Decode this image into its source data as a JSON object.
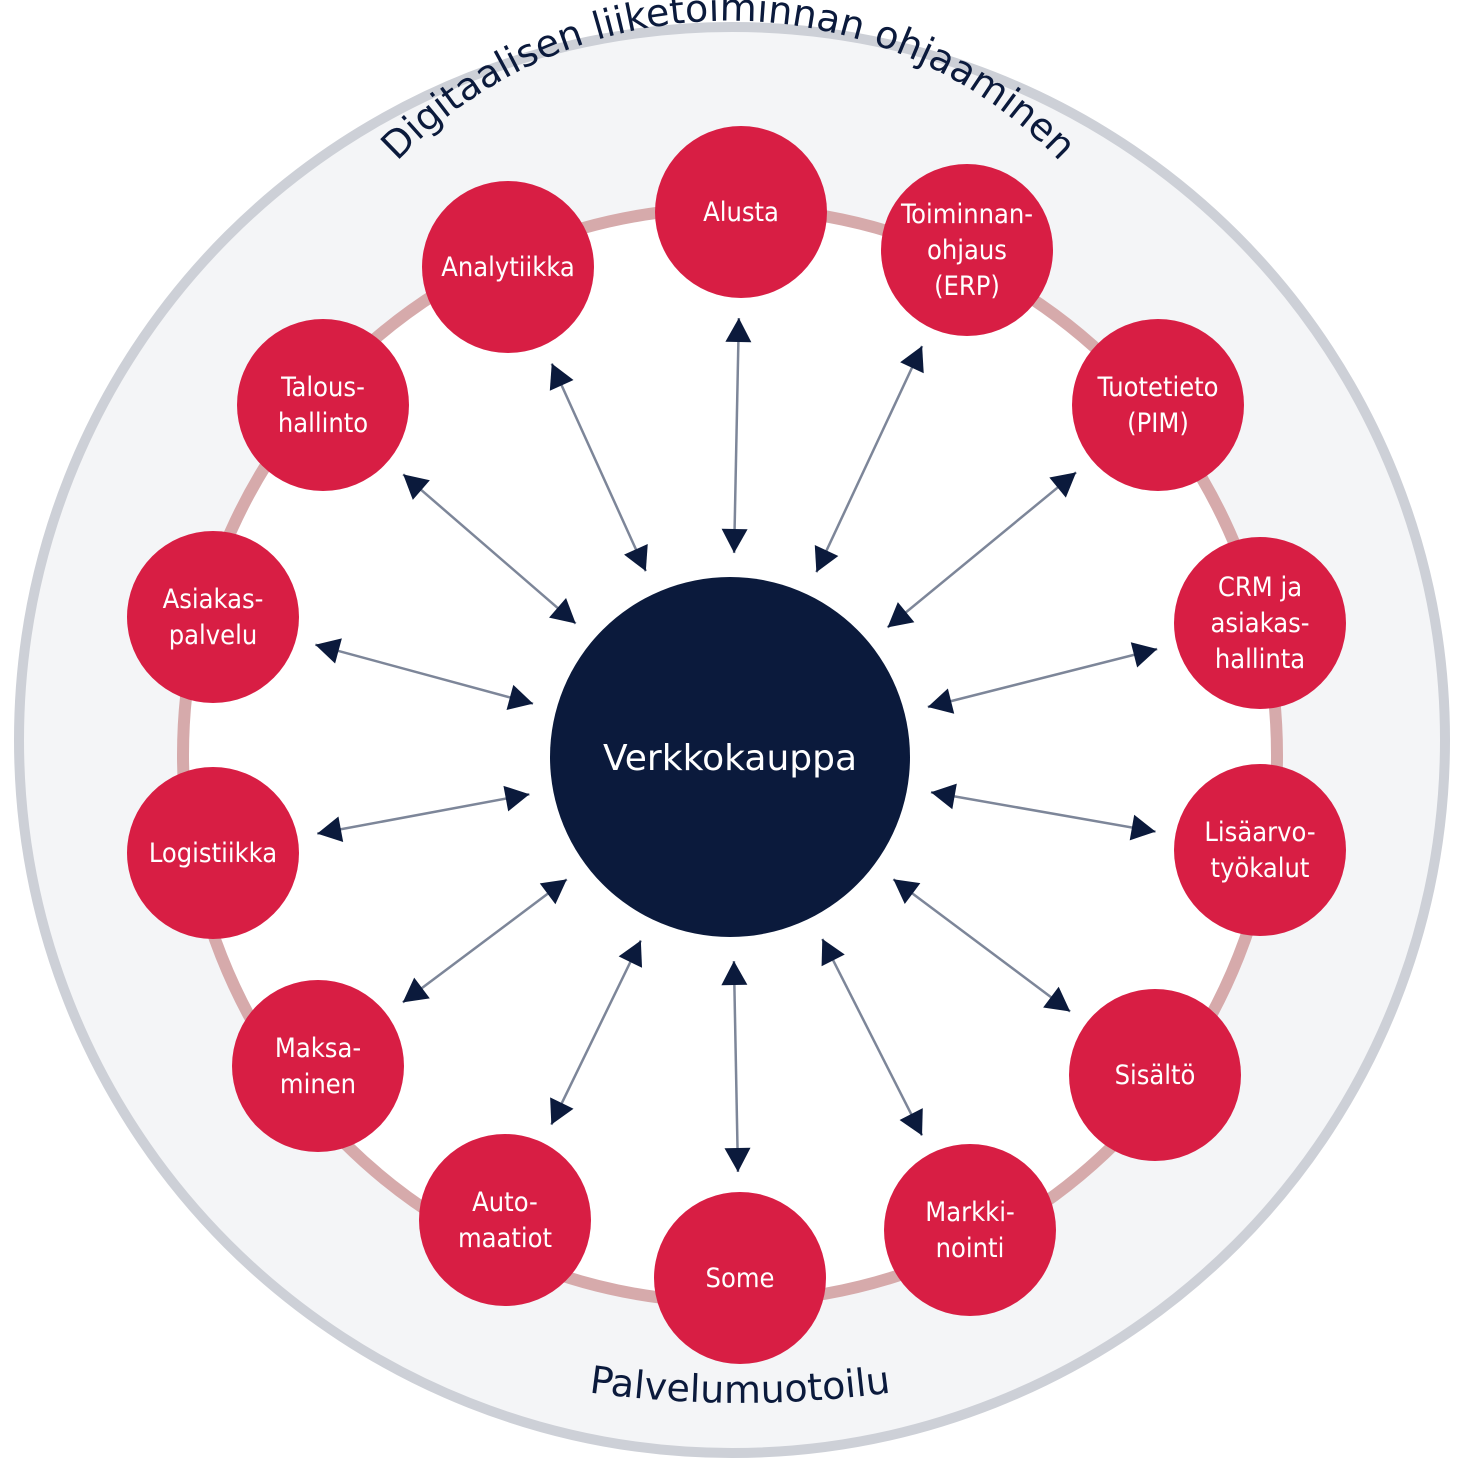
{
  "diagram": {
    "outer_title_top": "Digitaalisen liiketoiminnan ohjaaminen",
    "outer_title_bottom": "Palvelumuotoilu",
    "center": {
      "label": "Verkkokauppa"
    },
    "nodes": [
      {
        "id": "alusta",
        "lines": [
          "Alusta"
        ]
      },
      {
        "id": "erp",
        "lines": [
          "Toiminnan-",
          "ohjaus",
          "(ERP)"
        ]
      },
      {
        "id": "pim",
        "lines": [
          "Tuotetieto",
          "(PIM)"
        ]
      },
      {
        "id": "crm",
        "lines": [
          "CRM ja",
          "asiakas-",
          "hallinta"
        ]
      },
      {
        "id": "lisaarvo",
        "lines": [
          "Lisäarvo-",
          "työkalut"
        ]
      },
      {
        "id": "sisalto",
        "lines": [
          "Sisältö"
        ]
      },
      {
        "id": "markkinointi",
        "lines": [
          "Markki-",
          "nointi"
        ]
      },
      {
        "id": "some",
        "lines": [
          "Some"
        ]
      },
      {
        "id": "automaatiot",
        "lines": [
          "Auto-",
          "maatiot"
        ]
      },
      {
        "id": "maksaminen",
        "lines": [
          "Maksa-",
          "minen"
        ]
      },
      {
        "id": "logistiikka",
        "lines": [
          "Logistiikka"
        ]
      },
      {
        "id": "asiakaspalvelu",
        "lines": [
          "Asiakas-",
          "palvelu"
        ]
      },
      {
        "id": "taloushallinto",
        "lines": [
          "Talous-",
          "hallinto"
        ]
      },
      {
        "id": "analytiikka",
        "lines": [
          "Analytiikka"
        ]
      }
    ],
    "colors": {
      "node": "#d81e44",
      "center": "#0b1a3c",
      "ring": "#d6aaab",
      "outer_fill": "#f4f5f7",
      "outer_border": "#cdd0d7",
      "arrow_line": "#7d8699",
      "arrow_head": "#0b1a3c"
    }
  }
}
